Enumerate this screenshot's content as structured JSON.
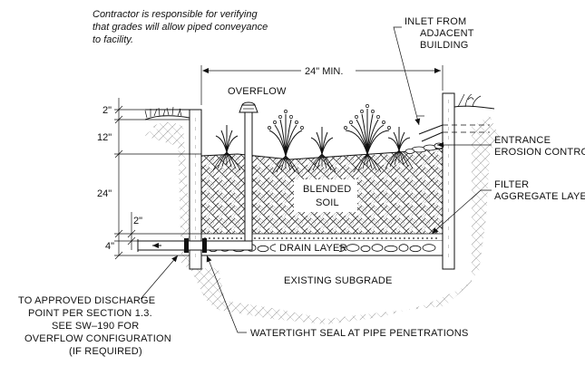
{
  "note": {
    "line1": "Contractor is responsible for verifying",
    "line2": "that grades will allow piped conveyance",
    "line3": "to facility."
  },
  "labels": {
    "inlet_line1": "INLET  FROM",
    "inlet_line2": "ADJACENT",
    "inlet_line3": "BUILDING",
    "overflow": "OVERFLOW",
    "width_dim": "24\" MIN.",
    "entrance_line1": "ENTRANCE",
    "entrance_line2": "EROSION  CONTROL",
    "soil_line1": "BLENDED",
    "soil_line2": "SOIL",
    "filter_line1": "FILTER",
    "filter_line2": "AGGREGATE  LAYER",
    "drain_layer": "DRAIN  LAYER",
    "subgrade": "EXISTING  SUBGRADE",
    "discharge_line1": "TO  APPROVED  DISCHARGE",
    "discharge_line2": "POINT  PER  SECTION  1.3.",
    "discharge_line3": "SEE  SW–190  FOR",
    "discharge_line4": "OVERFLOW  CONFIGURATION",
    "discharge_line5": "(IF  REQUIRED)",
    "seal": "WATERTIGHT  SEAL  AT  PIPE  PENETRATIONS"
  },
  "dimensions": {
    "freeboard": "2\"",
    "ponding": "12\"",
    "soil_depth": "24\"",
    "filter_layer": "2\"",
    "drain_depth": "4\""
  },
  "colors": {
    "ink": "#111111",
    "background": "#ffffff"
  }
}
